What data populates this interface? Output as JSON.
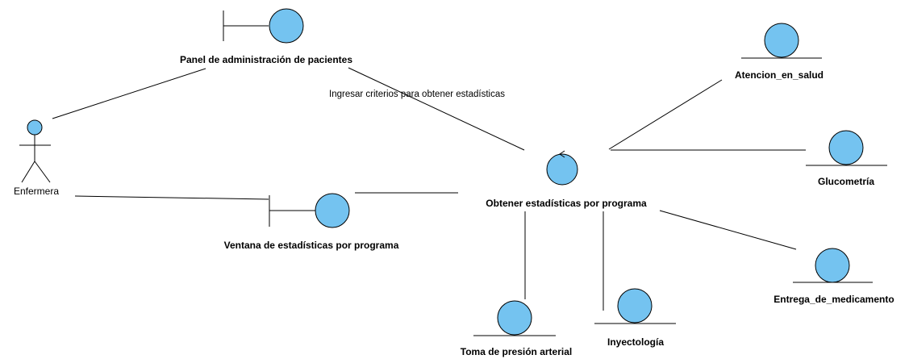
{
  "colors": {
    "fill": "#74c3f0",
    "stroke": "#000000",
    "text": "#000000",
    "background": "#ffffff"
  },
  "actor": {
    "name": "Enfermera",
    "shape": "actor"
  },
  "boundaries": [
    {
      "name": "Panel de administración de pacientes",
      "shape": "boundary"
    },
    {
      "name": "Ventana de estadísticas por programa",
      "shape": "boundary"
    }
  ],
  "control": {
    "name": "Obtener estadísticas por programa",
    "shape": "control"
  },
  "entities": [
    {
      "name": "Atencion_en_salud",
      "shape": "entity"
    },
    {
      "name": "Glucometría",
      "shape": "entity"
    },
    {
      "name": "Entrega_de_medicamento",
      "shape": "entity"
    },
    {
      "name": "Toma de presión arterial",
      "shape": "entity"
    },
    {
      "name": "Inyectología",
      "shape": "entity"
    }
  ],
  "messages": [
    {
      "text": "Ingresar criterios para obtener estadísticas"
    }
  ]
}
